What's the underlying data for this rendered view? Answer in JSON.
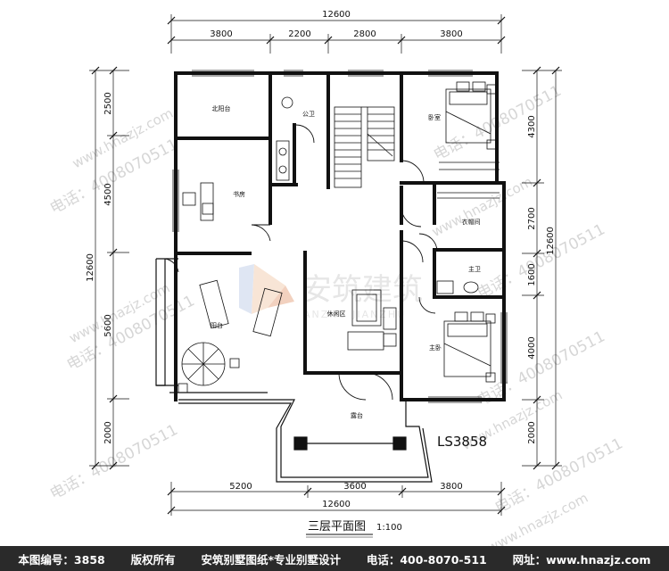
{
  "dimensions": {
    "top_total": "12600",
    "top_segments": [
      "3800",
      "2200",
      "2800",
      "3800"
    ],
    "bottom_segments": [
      "5200",
      "3600",
      "3800"
    ],
    "bottom_total": "12600",
    "left_segments": [
      "2500",
      "4500",
      "5600",
      "2000"
    ],
    "left_total": "12600",
    "right_segments": [
      "4300",
      "2700",
      "1600",
      "4000",
      "2000"
    ],
    "right_total": "12600"
  },
  "rooms": {
    "north_balcony": "北阳台",
    "public_bath": "公卫",
    "study": "书房",
    "bedroom": "卧室",
    "walkin_closet": "衣帽间",
    "master_bath": "主卫",
    "leisure_area": "休闲区",
    "master_bedroom": "主卧",
    "terrace": "露台",
    "balcony": "阳台"
  },
  "plan_code": "LS3858",
  "title": {
    "name": "三层平面图",
    "scale": "1:100"
  },
  "watermark": {
    "site": "www.hnazjz.com",
    "phone": "电话：4008070511",
    "logo_cn": "安筑建筑",
    "logo_en": "ANZHU JIANZHU"
  },
  "footer": {
    "drawing_no": "本图编号：3858",
    "copyright": "版权所有",
    "company": "安筑别墅图纸*专业别墅设计",
    "phone": "电话：400-8070-511",
    "website": "网址：www.hnazjz.com"
  }
}
